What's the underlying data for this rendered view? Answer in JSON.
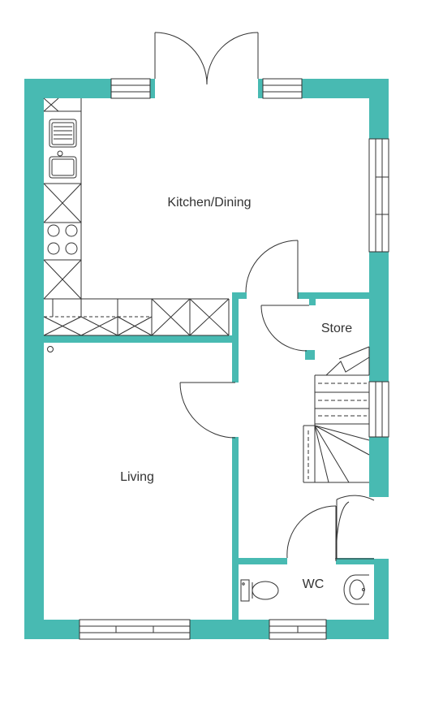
{
  "plan": {
    "wall_color": "#48bab2",
    "line_color": "#333333",
    "rooms": {
      "kitchen_dining": "Kitchen/Dining",
      "store": "Store",
      "living": "Living",
      "wc": "WC"
    }
  }
}
